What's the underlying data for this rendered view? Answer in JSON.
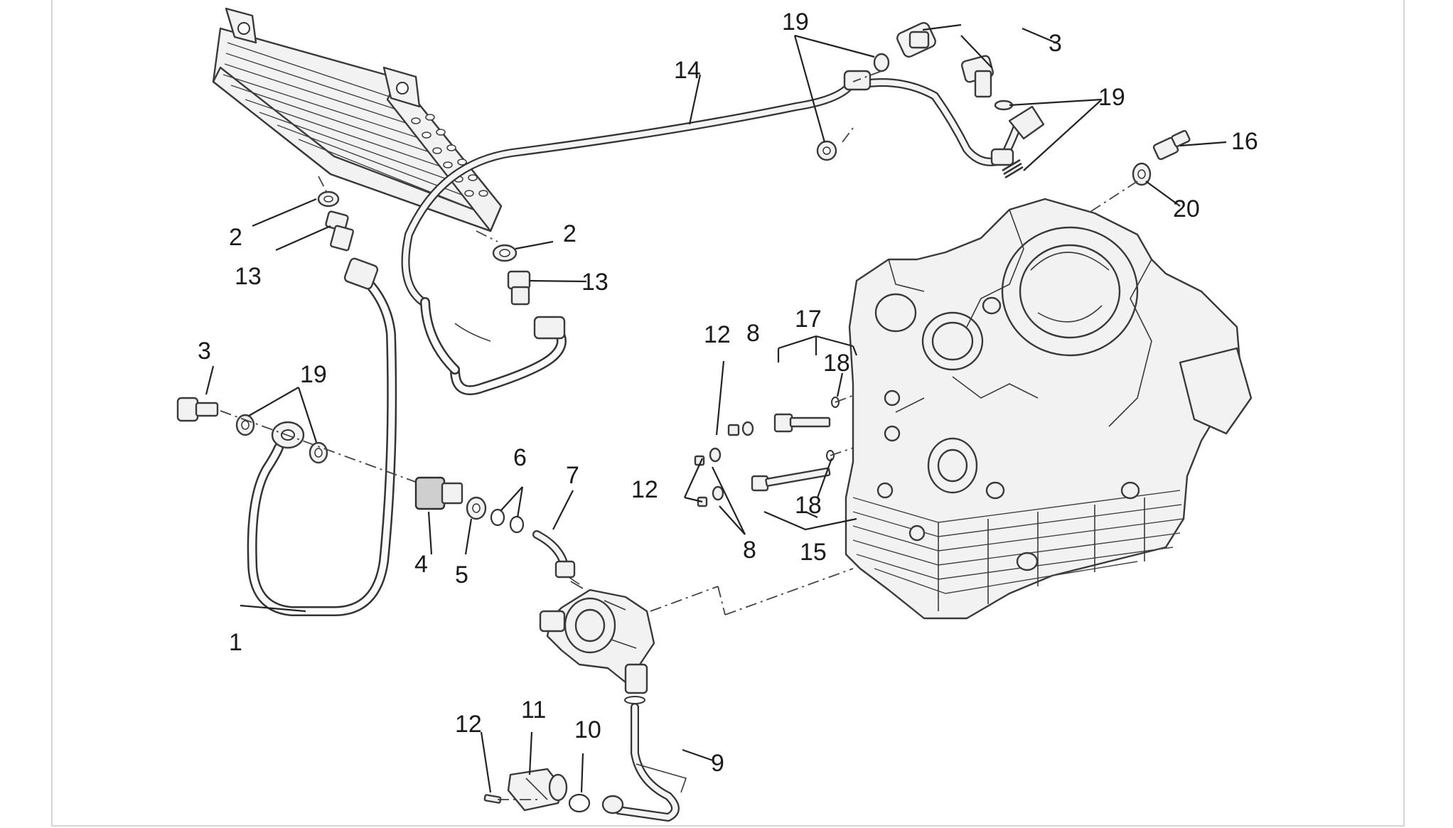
{
  "diagram": {
    "callouts": [
      {
        "id": "c1",
        "text": "1"
      },
      {
        "id": "c2a",
        "text": "2"
      },
      {
        "id": "c2b",
        "text": "2"
      },
      {
        "id": "c3a",
        "text": "3"
      },
      {
        "id": "c3b",
        "text": "3"
      },
      {
        "id": "c4",
        "text": "4"
      },
      {
        "id": "c5",
        "text": "5"
      },
      {
        "id": "c6",
        "text": "6"
      },
      {
        "id": "c7",
        "text": "7"
      },
      {
        "id": "c8a",
        "text": "8"
      },
      {
        "id": "c8b",
        "text": "8"
      },
      {
        "id": "c9",
        "text": "9"
      },
      {
        "id": "c10",
        "text": "10"
      },
      {
        "id": "c11",
        "text": "11"
      },
      {
        "id": "c12a",
        "text": "12"
      },
      {
        "id": "c12b",
        "text": "12"
      },
      {
        "id": "c12c",
        "text": "12"
      },
      {
        "id": "c13a",
        "text": "13"
      },
      {
        "id": "c13b",
        "text": "13"
      },
      {
        "id": "c14",
        "text": "14"
      },
      {
        "id": "c15",
        "text": "15"
      },
      {
        "id": "c16",
        "text": "16"
      },
      {
        "id": "c17",
        "text": "17"
      },
      {
        "id": "c18a",
        "text": "18"
      },
      {
        "id": "c18b",
        "text": "18"
      },
      {
        "id": "c19a",
        "text": "19"
      },
      {
        "id": "c19b",
        "text": "19"
      },
      {
        "id": "c19c",
        "text": "19"
      },
      {
        "id": "c20",
        "text": "20"
      }
    ]
  }
}
